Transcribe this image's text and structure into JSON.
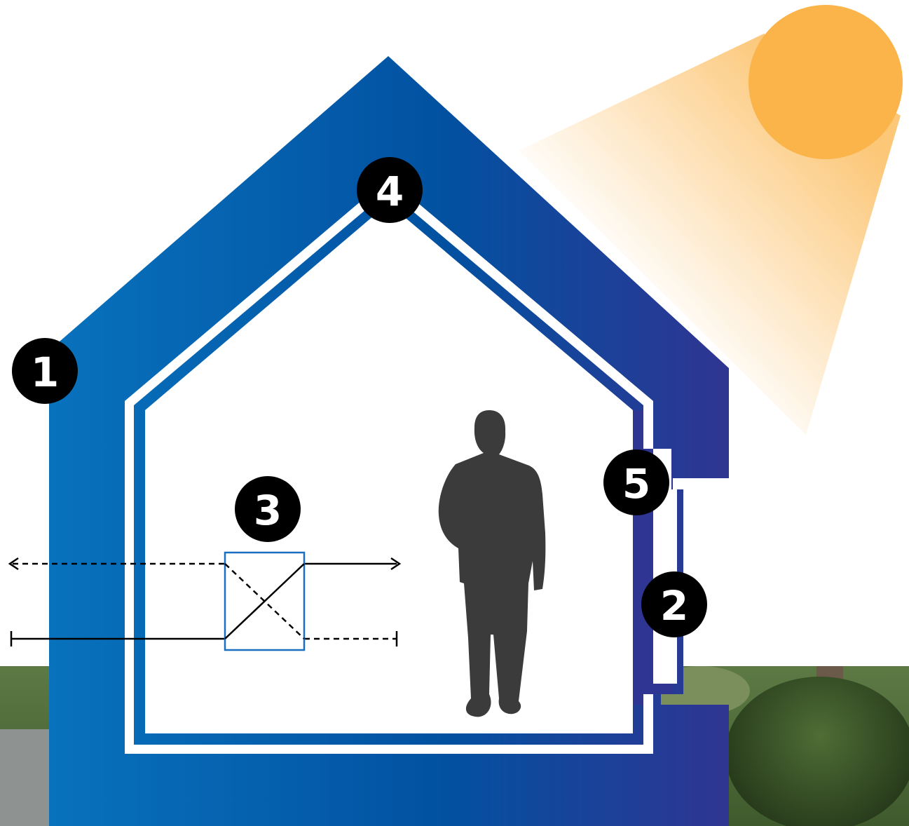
{
  "markers": [
    {
      "id": "1",
      "label": "1"
    },
    {
      "id": "2",
      "label": "2"
    },
    {
      "id": "3",
      "label": "3"
    },
    {
      "id": "4",
      "label": "4"
    },
    {
      "id": "5",
      "label": "5"
    }
  ],
  "colors": {
    "house_gradient_start": "#0872bd",
    "house_gradient_mid": "#0251a1",
    "house_gradient_end": "#2f3592",
    "sun": "#fbb44a",
    "marker_bg": "#000000",
    "marker_text": "#ffffff",
    "person": "#3b3b3b",
    "heat_exchanger": "#1a6fc0"
  },
  "icons": {
    "sun": "sun-icon",
    "person": "person-silhouette-icon",
    "heat_exchanger": "heat-recovery-exchanger-icon"
  }
}
